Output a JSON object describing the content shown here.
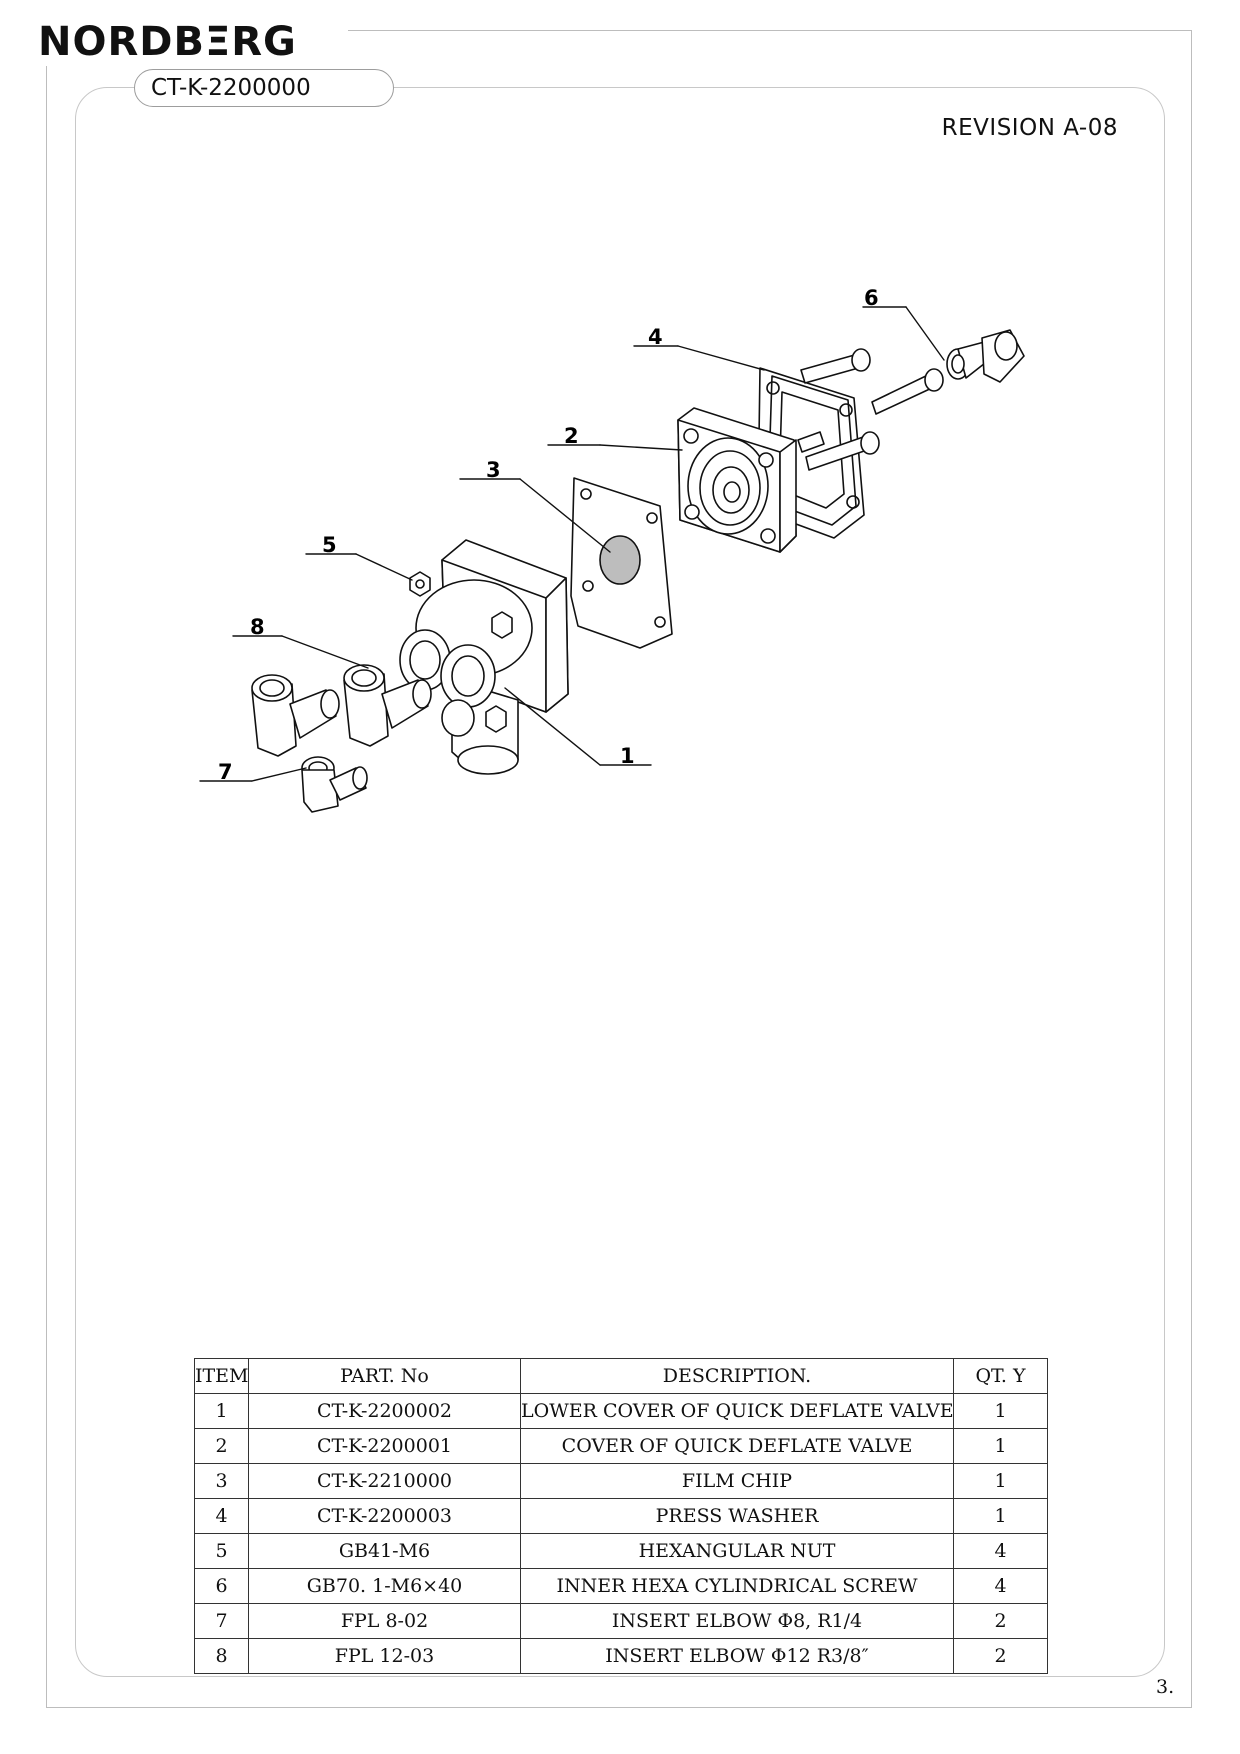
{
  "header": {
    "brand": "NORDBΞRG",
    "model": "CT-K-2200000",
    "revision": "REVISION A-08"
  },
  "callouts": [
    "1",
    "2",
    "3",
    "4",
    "5",
    "6",
    "7",
    "8"
  ],
  "bom": {
    "headers": [
      "ITEM",
      "PART. No",
      "DESCRIPTION.",
      "QT. Y"
    ],
    "rows": [
      [
        "1",
        "CT-K-2200002",
        "LOWER COVER OF QUICK DEFLATE VALVE",
        "1"
      ],
      [
        "2",
        "CT-K-2200001",
        "COVER OF QUICK DEFLATE VALVE",
        "1"
      ],
      [
        "3",
        "CT-K-2210000",
        "FILM  CHIP",
        "1"
      ],
      [
        "4",
        "CT-K-2200003",
        "PRESS WASHER",
        "1"
      ],
      [
        "5",
        "GB41-M6",
        "HEXANGULAR NUT",
        "4"
      ],
      [
        "6",
        "GB70. 1-M6×40",
        "INNER HEXA CYLINDRICAL SCREW",
        "4"
      ],
      [
        "7",
        "FPL 8-02",
        "INSERT ELBOW  Φ8, R1/4",
        "2"
      ],
      [
        "8",
        "FPL 12-03",
        "INSERT ELBOW Φ12 R3/8″",
        "2"
      ]
    ]
  },
  "page_number": "3."
}
